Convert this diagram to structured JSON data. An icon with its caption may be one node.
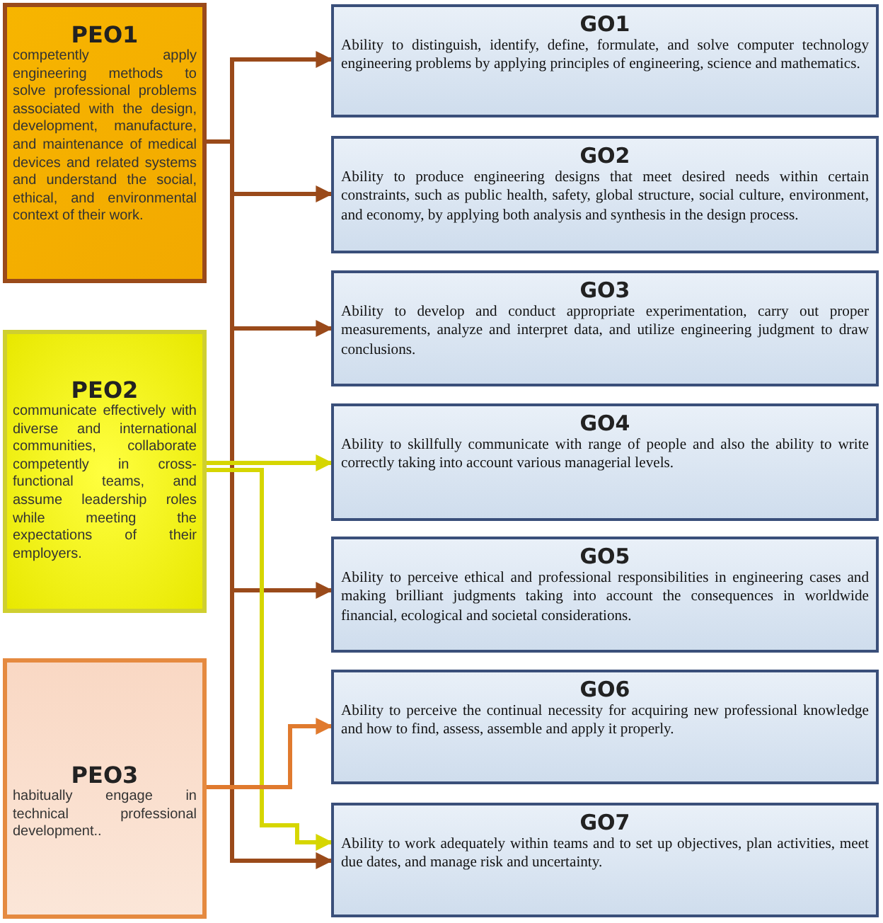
{
  "diagram": {
    "nodes": [
      {
        "text": [
          "PEO1",
          "competently apply engineering methods to solve professional problems associated with the design, development, manufacture, and maintenance of medical devices and related systems and understand the social, ethical, and environmental context of their work."
        ]
      },
      {
        "text": [
          "PEO2",
          "communicate effectively with diverse and international communities, collaborate competently in cross-functional teams, and assume leadership roles while meeting the expectations of their employers."
        ]
      },
      {
        "text": [
          "PEO3",
          "habitually engage in technical professional development.."
        ]
      },
      {
        "text": [
          "GO1",
          "Ability to distinguish, identify, define, formulate, and solve computer technology engineering problems by applying principles of engineering, science and mathematics."
        ]
      },
      {
        "text": [
          "GO2",
          "Ability to produce engineering designs that meet desired needs within certain constraints, such as public health, safety, global structure, social culture, environment, and economy,  by applying both analysis and synthesis in the design process."
        ]
      },
      {
        "text": [
          "GO3",
          "Ability to develop and conduct appropriate experimentation, carry out proper measurements, analyze and interpret data, and utilize engineering judgment to draw conclusions."
        ]
      },
      {
        "text": [
          "GO4",
          "Ability to skillfully communicate with range of people and also the ability to write correctly taking into account various managerial levels."
        ]
      },
      {
        "text": [
          "GO5",
          "Ability to perceive ethical and professional responsibilities in engineering cases and making brilliant judgments taking into account the consequences in worldwide financial, ecological and societal considerations."
        ]
      },
      {
        "text": [
          "GO6",
          "Ability to perceive the continual necessity for acquiring new professional knowledge and how to find, assess, assemble and apply it properly."
        ]
      },
      {
        "text": [
          "GO7",
          "Ability to work adequately within teams and to set up objectives, plan activities, meet due dates, and manage risk and uncertainty."
        ]
      }
    ],
    "edges": [
      {
        "from": 0,
        "to": 3,
        "arrow": "to"
      },
      {
        "from": 0,
        "to": 4,
        "arrow": "to"
      },
      {
        "from": 0,
        "to": 5,
        "arrow": "to"
      },
      {
        "from": 0,
        "to": 7,
        "arrow": "to"
      },
      {
        "from": 0,
        "to": 9,
        "arrow": "to"
      },
      {
        "from": 1,
        "to": 6,
        "arrow": "to",
        "color": "#d6d600"
      },
      {
        "from": 1,
        "to": 9,
        "arrow": "to",
        "color": "#d6d600"
      },
      {
        "from": 2,
        "to": 8,
        "arrow": "to",
        "color": "#e07a2e"
      }
    ]
  }
}
